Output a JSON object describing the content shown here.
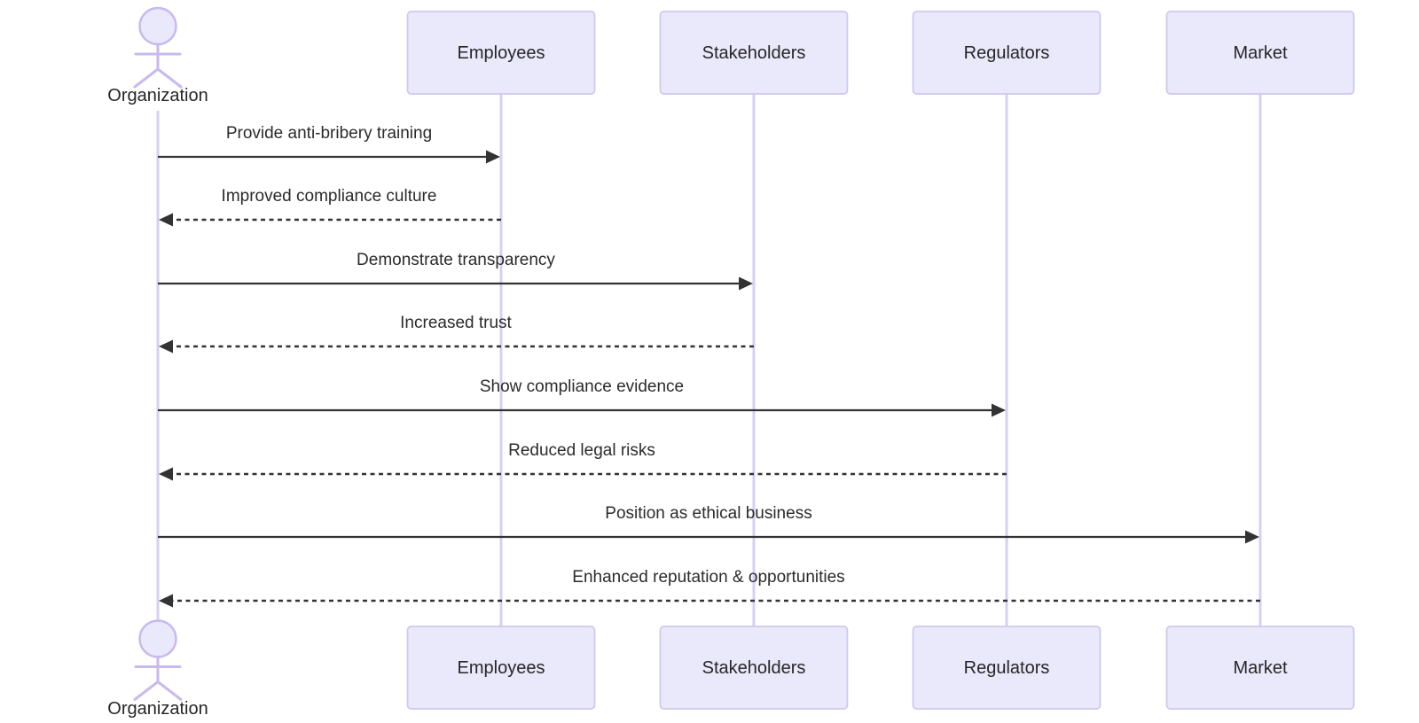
{
  "diagram": {
    "type": "sequence-diagram",
    "actor": {
      "label": "Organization"
    },
    "participants": [
      {
        "label": "Employees"
      },
      {
        "label": "Stakeholders"
      },
      {
        "label": "Regulators"
      },
      {
        "label": "Market"
      }
    ],
    "messages": [
      {
        "from": "Organization",
        "to": "Employees",
        "label": "Provide anti-bribery training",
        "line": "solid",
        "direction": "right"
      },
      {
        "from": "Employees",
        "to": "Organization",
        "label": "Improved compliance culture",
        "line": "dashed",
        "direction": "left"
      },
      {
        "from": "Organization",
        "to": "Stakeholders",
        "label": "Demonstrate transparency",
        "line": "solid",
        "direction": "right"
      },
      {
        "from": "Stakeholders",
        "to": "Organization",
        "label": "Increased trust",
        "line": "dashed",
        "direction": "left"
      },
      {
        "from": "Organization",
        "to": "Regulators",
        "label": "Show compliance evidence",
        "line": "solid",
        "direction": "right"
      },
      {
        "from": "Regulators",
        "to": "Organization",
        "label": "Reduced legal risks",
        "line": "dashed",
        "direction": "left"
      },
      {
        "from": "Organization",
        "to": "Market",
        "label": "Position as ethical business",
        "line": "solid",
        "direction": "right"
      },
      {
        "from": "Market",
        "to": "Organization",
        "label": "Enhanced reputation & opportunities",
        "line": "dashed",
        "direction": "left"
      }
    ],
    "colors": {
      "participant_fill": "#eae8fb",
      "participant_border": "#cfc7ee",
      "lifeline": "#d8cff2",
      "actor_stroke": "#c9b9ee",
      "message_line": "#333333",
      "text": "#262626",
      "background": "#ffffff"
    }
  }
}
